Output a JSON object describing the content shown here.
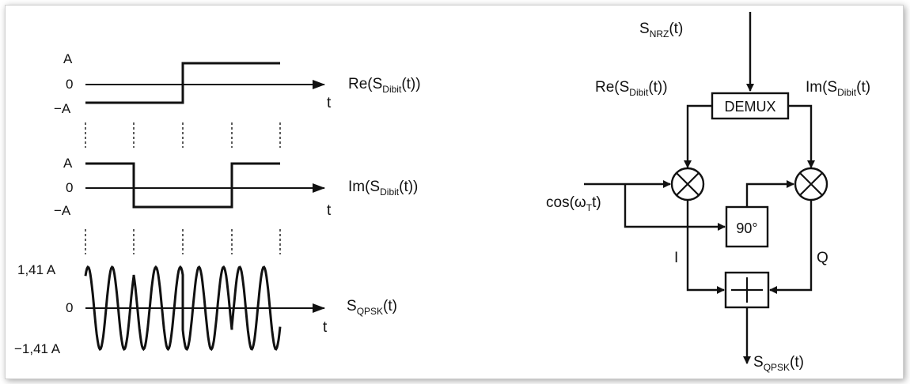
{
  "waveforms": {
    "re": {
      "levels": [
        "A",
        "0",
        "−A"
      ],
      "label_main": "Re(S",
      "label_sub": "Dibit",
      "label_tail": "(t))",
      "time_label": "t"
    },
    "im": {
      "levels": [
        "A",
        "0",
        "−A"
      ],
      "label_main": "Im(S",
      "label_sub": "Dibit",
      "label_tail": "(t))",
      "time_label": "t"
    },
    "qpsk": {
      "levels": [
        "1,41 A",
        "0",
        "−1,41 A"
      ],
      "label_main": "S",
      "label_sub": "QPSK",
      "label_tail": "(t)",
      "time_label": "t"
    }
  },
  "block_diagram": {
    "input_main": "S",
    "input_sub": "NRZ",
    "input_tail": "(t)",
    "demux_label": "DEMUX",
    "re_main": "Re(S",
    "re_sub": "Dibit",
    "re_tail": "(t))",
    "im_main": "Im(S",
    "im_sub": "Dibit",
    "im_tail": "(t)",
    "carrier_main": "cos(ω",
    "carrier_sub": "T",
    "carrier_tail": "t)",
    "phase_shift_label": "90°",
    "i_label": "I",
    "q_label": "Q",
    "output_main": "S",
    "output_sub": "QPSK",
    "output_tail": "(t)"
  }
}
